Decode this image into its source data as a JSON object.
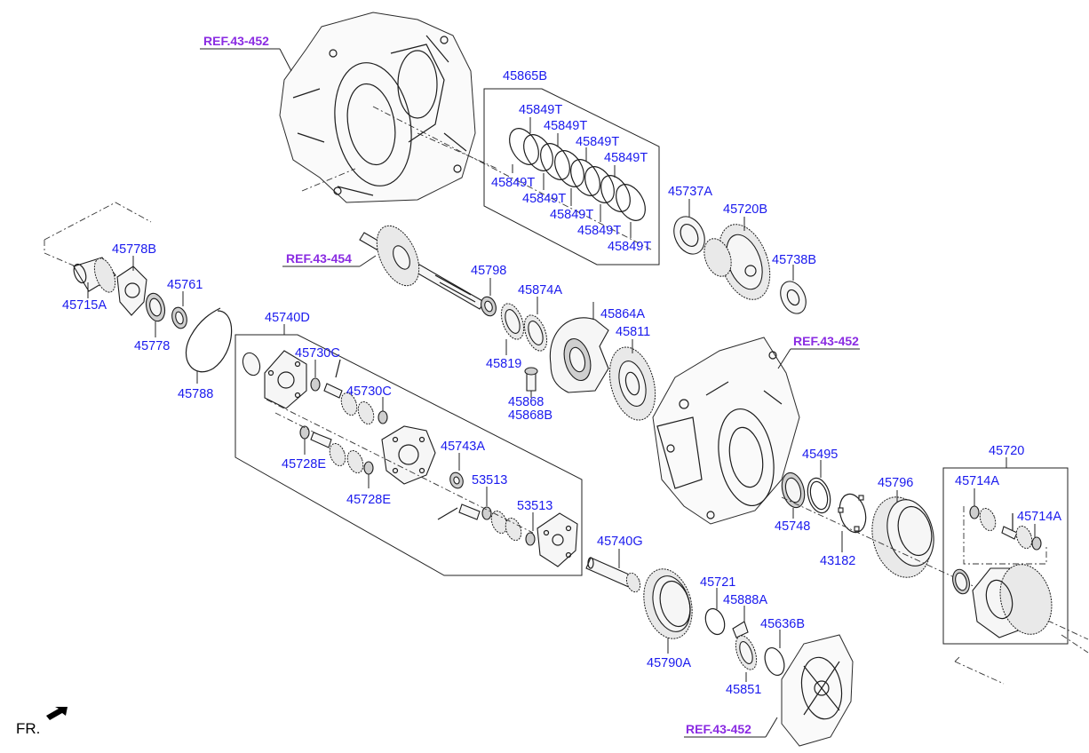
{
  "labels": {
    "ref_top": "REF.43-452",
    "ref_shaft": "REF.43-454",
    "ref_right": "REF.43-452",
    "ref_bottom": "REF.43-452",
    "p45865B": "45865B",
    "p45849T_1": "45849T",
    "p45849T_2": "45849T",
    "p45849T_3": "45849T",
    "p45849T_4": "45849T",
    "p45849T_5": "45849T",
    "p45849T_6": "45849T",
    "p45849T_7": "45849T",
    "p45849T_8": "45849T",
    "p45737A": "45737A",
    "p45720B": "45720B",
    "p45738B": "45738B",
    "p45778B": "45778B",
    "p45715A": "45715A",
    "p45761": "45761",
    "p45778": "45778",
    "p45788": "45788",
    "p45798": "45798",
    "p45874A": "45874A",
    "p45864A": "45864A",
    "p45811": "45811",
    "p45819": "45819",
    "p45868": "45868",
    "p45868B": "45868B",
    "p45740D": "45740D",
    "p45730C_1": "45730C",
    "p45730C_2": "45730C",
    "p45728E_1": "45728E",
    "p45728E_2": "45728E",
    "p45743A": "45743A",
    "p53513_1": "53513",
    "p53513_2": "53513",
    "p45740G": "45740G",
    "p45790A": "45790A",
    "p45721": "45721",
    "p45888A": "45888A",
    "p45851": "45851",
    "p45636B": "45636B",
    "p45495": "45495",
    "p45748": "45748",
    "p43182": "43182",
    "p45796": "45796",
    "p45720": "45720",
    "p45714A_1": "45714A",
    "p45714A_2": "45714A",
    "front_label": "FR."
  }
}
